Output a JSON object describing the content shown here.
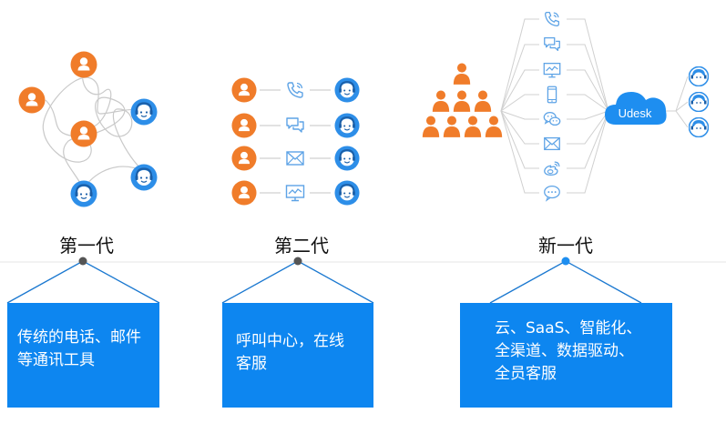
{
  "colors": {
    "person_orange": "#f07c2a",
    "agent_blue": "#2d8ee8",
    "box_blue": "#0d86f0",
    "icon_line": "#5da3e6",
    "doodle_line": "#c9c9c9"
  },
  "generations": [
    {
      "title": "第一代",
      "description_lines": [
        "传统的电话、邮件",
        "等通讯工具"
      ]
    },
    {
      "title": "第二代",
      "description_lines": [
        "呼叫中心，在线",
        "客服"
      ]
    },
    {
      "title": "新一代",
      "description_lines": [
        "云、SaaS、智能化、",
        "全渠道、数据驱动、",
        "全员客服"
      ]
    }
  ],
  "gen2_channel_icons": [
    "phone-icon",
    "chat-icon",
    "mail-icon",
    "screen-icon"
  ],
  "gen3_channel_icons": [
    "phone-icon",
    "chat-icon",
    "screen-icon",
    "mobile-icon",
    "wechat-icon",
    "mail-icon",
    "weibo-icon",
    "message-icon"
  ],
  "cloud_label": "Udesk"
}
